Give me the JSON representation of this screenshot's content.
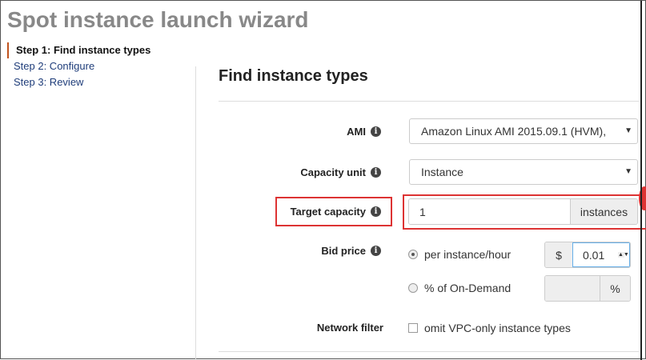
{
  "title": "Spot instance launch wizard",
  "steps": [
    {
      "label": "Step 1: Find instance types"
    },
    {
      "label": "Step 2: Configure"
    },
    {
      "label": "Step 3: Review"
    }
  ],
  "section_title": "Find instance types",
  "ami": {
    "label": "AMI",
    "value": "Amazon Linux AMI 2015.09.1 (HVM),"
  },
  "capacity_unit": {
    "label": "Capacity unit",
    "value": "Instance"
  },
  "target_capacity": {
    "label": "Target capacity",
    "value": "1",
    "unit": "instances"
  },
  "bid_price": {
    "label": "Bid price",
    "option1": "per instance/hour",
    "currency": "$",
    "value": "0.01",
    "option2": "% of On-Demand",
    "percent": "%"
  },
  "network_filter": {
    "label": "Network filter",
    "option": "omit VPC-only instance types"
  },
  "info_icon": "i",
  "arrow": "▼",
  "spinner": "▲▼"
}
